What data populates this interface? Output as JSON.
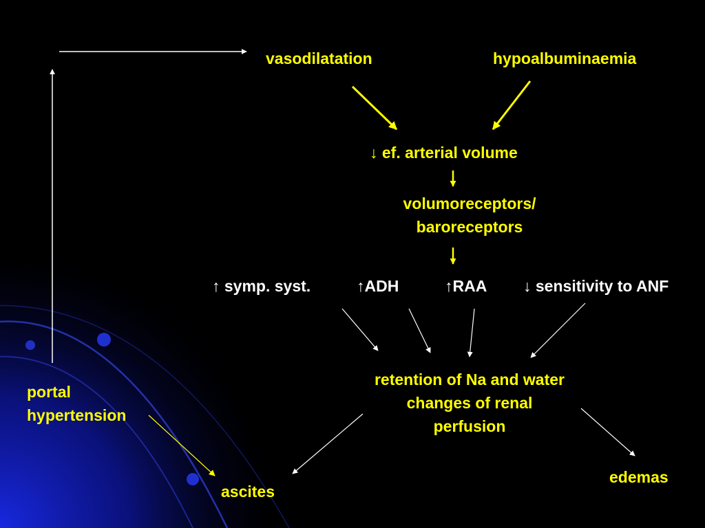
{
  "colors": {
    "background": "#000000",
    "accent_text": "#FFFF00",
    "primary_text": "#FFFFFF",
    "connector_white": "#FFFFFF",
    "connector_yellow": "#FFFF00",
    "decor_blue": "#1020C0"
  },
  "nodes": {
    "vasodilatation": "vasodilatation",
    "hypoalbuminaemia": "hypoalbuminaemia",
    "ef_arterial_volume": {
      "arrow": "↓",
      "text": " ef. arterial volume"
    },
    "volumoreceptors": {
      "line1": "volumoreceptors/",
      "line2": "baroreceptors"
    },
    "symp_syst": {
      "arrow": "↑",
      "text": " symp. syst."
    },
    "adh": {
      "arrow": "↑",
      "text": "ADH"
    },
    "raa": {
      "arrow": "↑",
      "text": "RAA"
    },
    "anf": {
      "arrow": "↓",
      "text": " sensitivity to ANF"
    },
    "retention": {
      "line1": "retention of Na and water",
      "line2": "changes of renal",
      "line3": "perfusion"
    },
    "portal_hypertension": {
      "line1": "portal",
      "line2": "hypertension"
    },
    "ascites": "ascites",
    "edemas": "edemas"
  }
}
